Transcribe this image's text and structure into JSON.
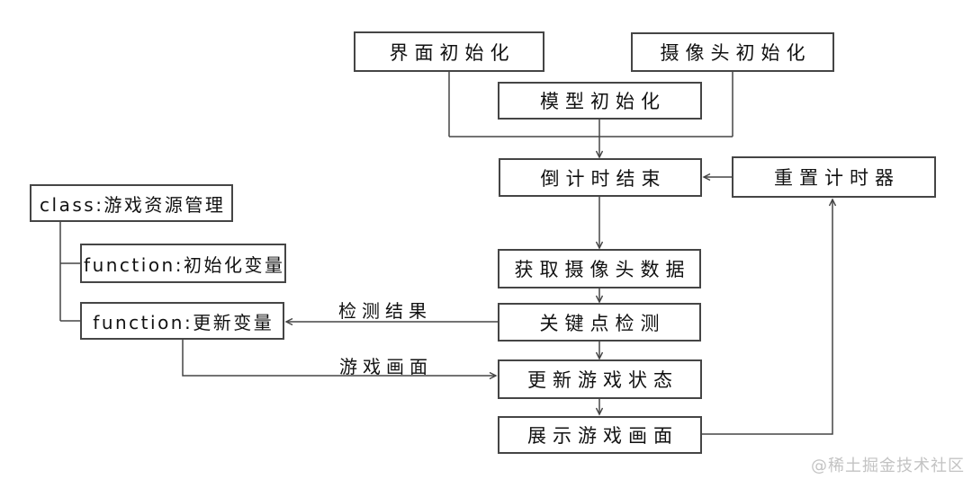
{
  "diagram": {
    "nodes": {
      "ui_init": {
        "label": "界面初始化"
      },
      "camera_init": {
        "label": "摄像头初始化"
      },
      "model_init": {
        "label": "模型初始化"
      },
      "countdown_end": {
        "label": "倒计时结束"
      },
      "reset_timer": {
        "label": "重置计时器"
      },
      "class_game_resource": {
        "label": "class:游戏资源管理"
      },
      "func_init_vars": {
        "label": "function:初始化变量"
      },
      "func_update_vars": {
        "label": "function:更新变量"
      },
      "get_camera_data": {
        "label": "获取摄像头数据"
      },
      "keypoint_detect": {
        "label": "关键点检测"
      },
      "update_game_state": {
        "label": "更新游戏状态"
      },
      "show_game_frame": {
        "label": "展示游戏画面"
      }
    },
    "edge_labels": {
      "detection_result": "检测结果",
      "game_frame": "游戏画面"
    },
    "colors": {
      "line": "#454545",
      "text": "#111111",
      "background": "#ffffff",
      "watermark": "#c3c3c3"
    }
  },
  "watermark": {
    "text": "@稀土掘金技术社区"
  }
}
